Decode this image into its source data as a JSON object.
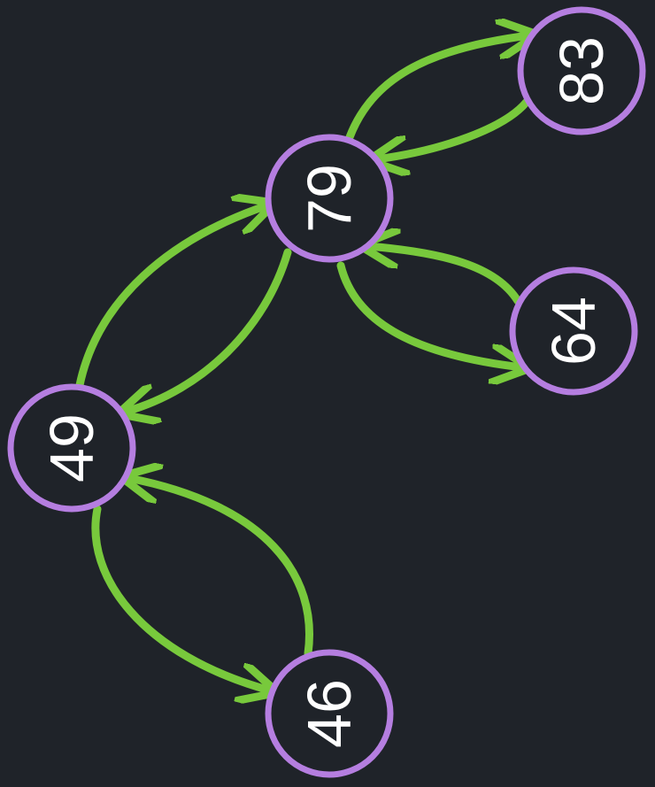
{
  "colors": {
    "background": "#1f2329",
    "node_fill": "#1f2329",
    "node_stroke": "#b57ee0",
    "edge": "#78c93c",
    "label": "#ffffff"
  },
  "nodes": [
    {
      "id": "n49",
      "label": "49"
    },
    {
      "id": "n79",
      "label": "79"
    },
    {
      "id": "n83",
      "label": "83"
    },
    {
      "id": "n64",
      "label": "64"
    },
    {
      "id": "n46",
      "label": "46"
    }
  ],
  "edges": [
    {
      "id": "e49-79",
      "from": "49",
      "to": "79"
    },
    {
      "id": "e79-49",
      "from": "79",
      "to": "49"
    },
    {
      "id": "e79-83",
      "from": "79",
      "to": "83"
    },
    {
      "id": "e83-79",
      "from": "83",
      "to": "79"
    },
    {
      "id": "e79-64",
      "from": "79",
      "to": "64"
    },
    {
      "id": "e64-79",
      "from": "64",
      "to": "79"
    },
    {
      "id": "e49-46",
      "from": "49",
      "to": "46"
    },
    {
      "id": "e46-49",
      "from": "46",
      "to": "49"
    }
  ]
}
